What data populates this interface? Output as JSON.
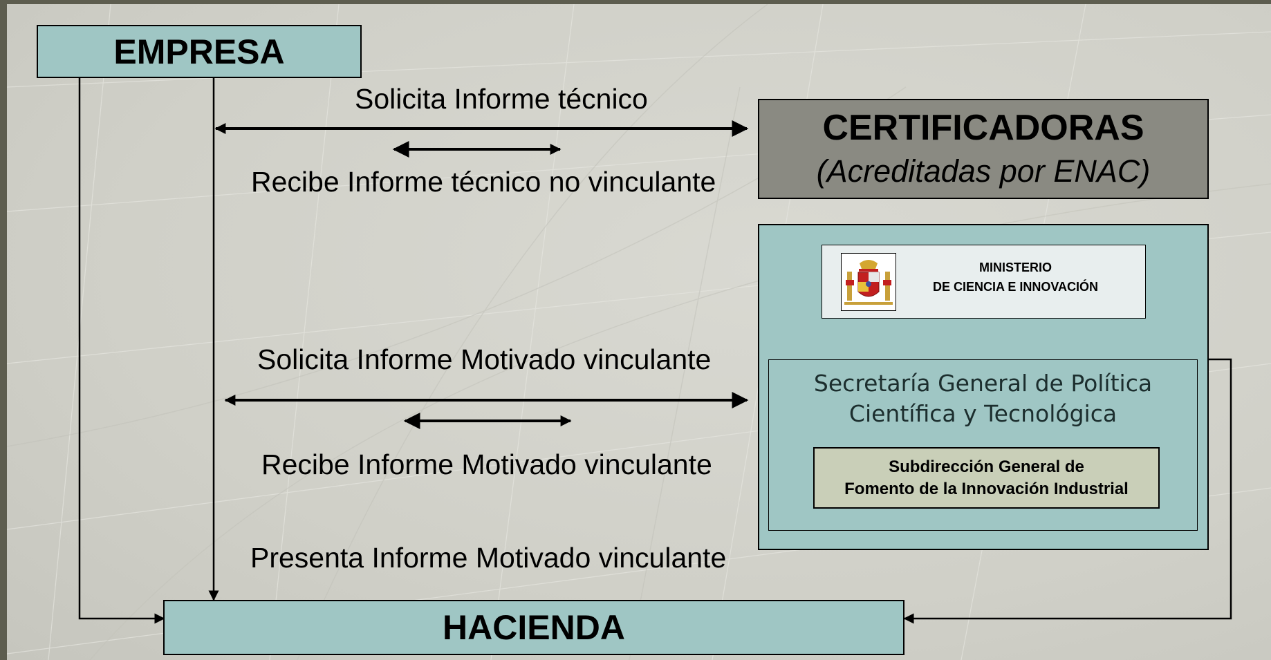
{
  "empresa": "EMPRESA",
  "certificadoras": {
    "title": "CERTIFICADORAS",
    "subtitle": "(Acreditadas por ENAC)"
  },
  "ministerio": {
    "line1": "MINISTERIO",
    "line2": "DE CIENCIA E INNOVACIÓN"
  },
  "secretaria": {
    "line1": "Secretaría General de Política",
    "line2": "Científica y Tecnológica"
  },
  "subdireccion": {
    "line1": "Subdirección General de",
    "line2": "Fomento de la Innovación Industrial"
  },
  "hacienda": "HACIENDA",
  "flows": {
    "solicita_tecnico": "Solicita Informe técnico",
    "recibe_tecnico": "Recibe Informe técnico no vinculante",
    "solicita_motivado": "Solicita Informe Motivado vinculante",
    "recibe_motivado": "Recibe Informe Motivado vinculante",
    "presenta_motivado": "Presenta Informe Motivado vinculante"
  },
  "colors": {
    "teal_box": "#9fc6c4",
    "grey_box": "#8a8a82",
    "subdireccion_box": "#c9cfb8",
    "background": "#d4d4cc"
  }
}
